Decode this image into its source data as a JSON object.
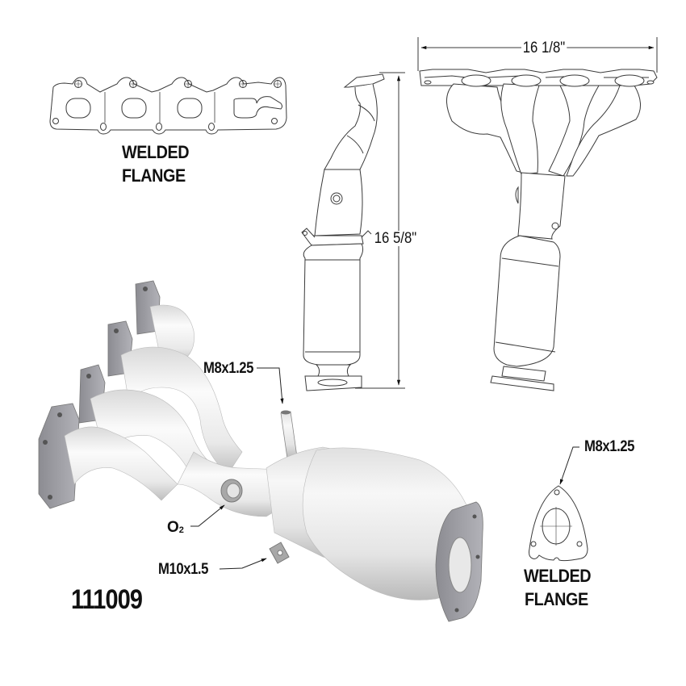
{
  "part_number": "111009",
  "flange_top_left": {
    "label_line1": "WELDED",
    "label_line2": "FLANGE"
  },
  "flange_bottom_right": {
    "label_line1": "WELDED",
    "label_line2": "FLANGE",
    "stud_callout": "M8x1.25"
  },
  "dimensions": {
    "width": "16 1/8\"",
    "height": "16 5/8\""
  },
  "callouts": {
    "stud": "M8x1.25",
    "o2_sensor": "O",
    "o2_subscript": "2",
    "bracket": "M10x1.5"
  },
  "colors": {
    "line": "#3a3a3a",
    "flange_gray": "#9a9aa0",
    "pipe_light": "#f2f2f2",
    "pipe_shade": "#c8c8c8",
    "text": "#111111"
  }
}
